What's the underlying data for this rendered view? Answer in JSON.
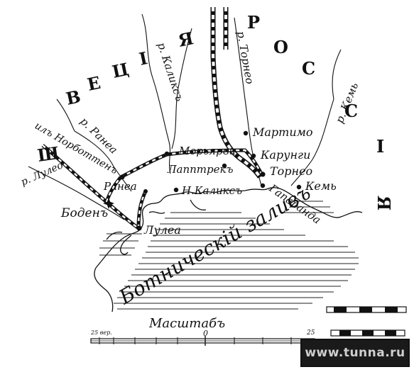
{
  "map": {
    "countries": {
      "sweden_letters": [
        "Ш",
        "В",
        "Е",
        "Ц",
        "І",
        "Я"
      ],
      "russia_letters": [
        "Р",
        "О",
        "С",
        "С",
        "І",
        "Я"
      ]
    },
    "water": {
      "gulf": "Ботническій заливъ"
    },
    "rivers": {
      "kalix": "р. Каликсъ",
      "torneo": "р. Торнео",
      "kem": "р. Кемь",
      "ranea": "р. Ранеа",
      "lulea": "р. Лулео",
      "norbotten": "илъ Норботтенъ"
    },
    "towns": {
      "martimo": "Мартимо",
      "moriarv": "Морьярви",
      "karungi": "Карунги",
      "lapptreks": "Лапптрекъ",
      "torneo": "Торнео",
      "ranea": "Ранеа",
      "n_kaliks": "Н.Каликсъ",
      "kem": "Кемь",
      "haparanda": "Гапаранда",
      "boden": "Боденъ",
      "lulea": "Лулеа"
    },
    "scale": {
      "title": "Масштабъ",
      "left_label": "25 вер.",
      "mid_label": "0",
      "right_label": "25"
    }
  },
  "watermark": "www.tunna.ru"
}
